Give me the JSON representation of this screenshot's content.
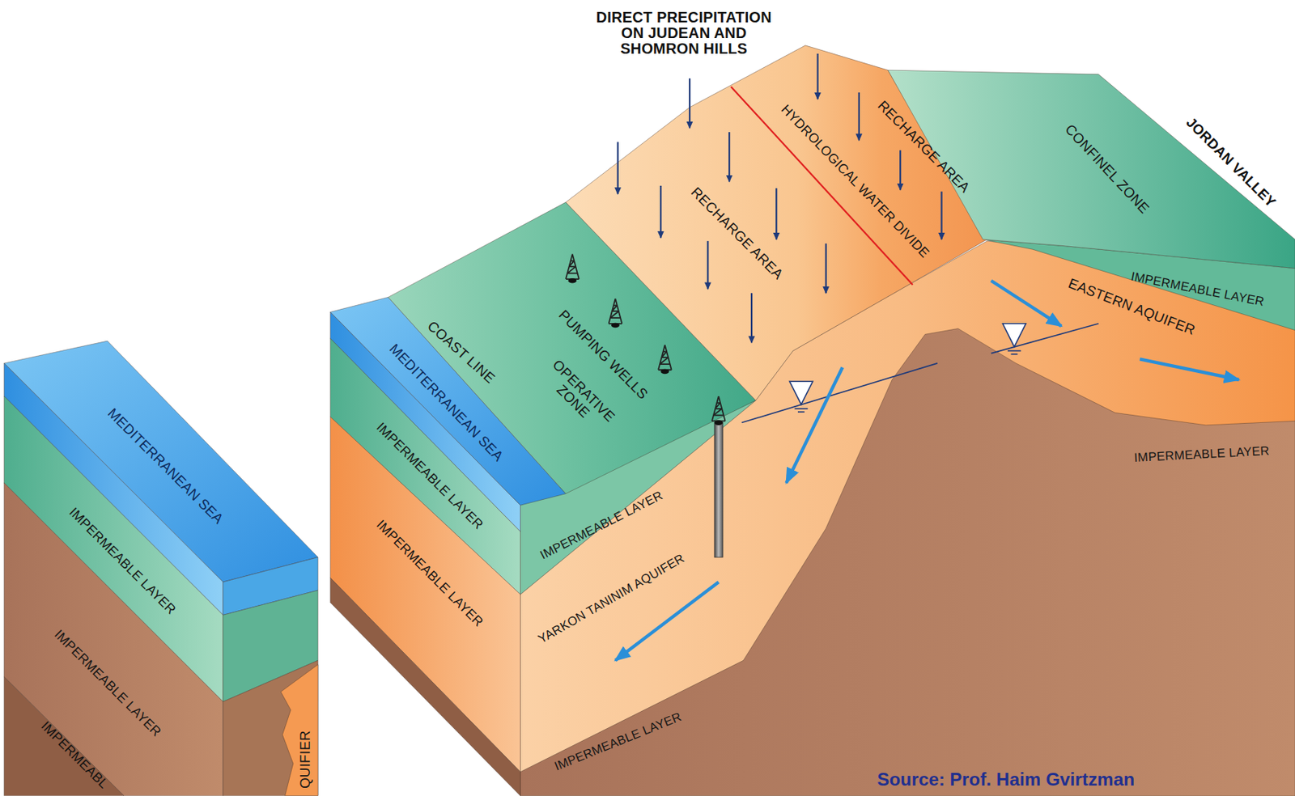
{
  "diagram": {
    "caption": "Source: Prof. Haim Gvirtzman",
    "labels": [
      "DIRECT PRECIPITATION ON JUDEAN AND SHOMRON HILLS",
      "HYDROLOGICAL WATER DIVIDE",
      "RECHARGE AREA",
      "CONFINEL ZONE",
      "JORDAN VALLEY",
      "RECHARGE AREA",
      "IMPERMEABLE LAYER",
      "EASTERN AQUIFER",
      "COAST LINE",
      "PUMPING WELLS",
      "OPERATIVE ZONE",
      "MEDITERRANEAN SEA",
      "IMPERMEABLE LAYER",
      "IMPERMEABLE LAYER",
      "IMPERMEABLE LAYER",
      "YARKON TANINIM AQUIFER",
      "IMPERMEABLE LAYER",
      "IMPERMEABLE LAYER",
      "MEDITERRANEAN SEA",
      "IMPERMEABLE LAYER",
      "IMPERMEABLE LAYER",
      "IMPERMEABL",
      "QUIFIER"
    ]
  }
}
